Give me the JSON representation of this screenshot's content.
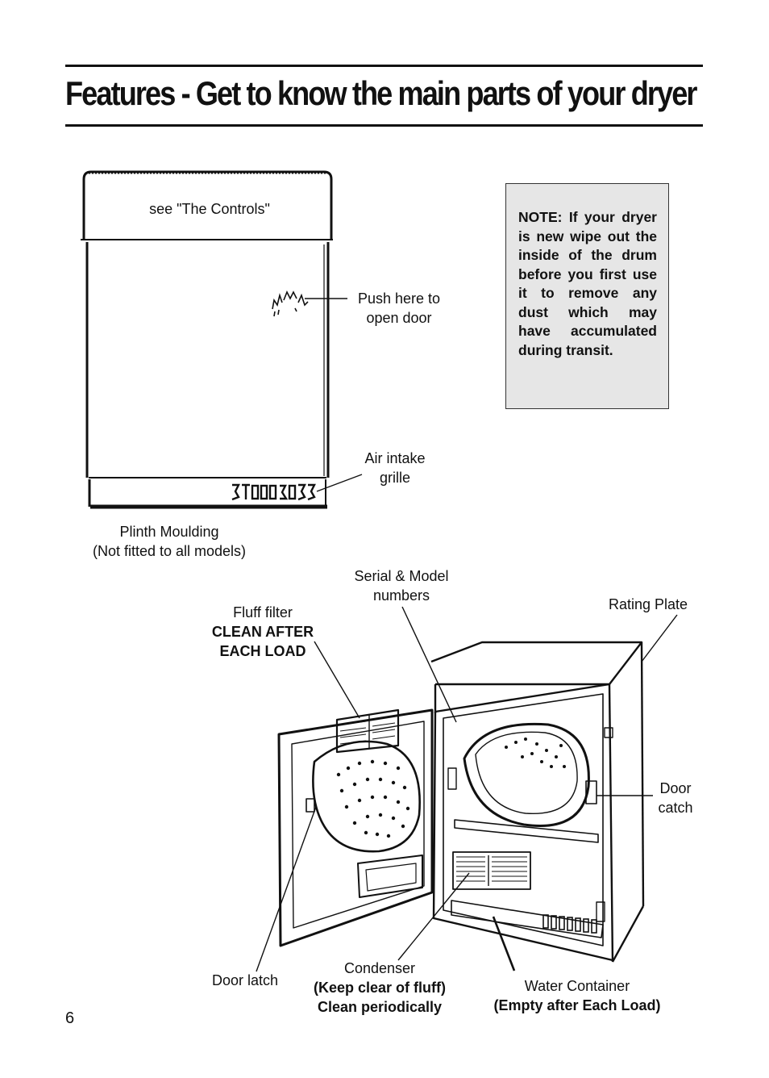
{
  "page": {
    "title": "Features - Get to know the main parts of your dryer",
    "page_number": "6"
  },
  "front_view": {
    "controls_label": "see \"The Controls\"",
    "push_door_label": [
      "Push here to",
      "open door"
    ],
    "air_intake_label": [
      "Air intake",
      "grille"
    ],
    "plinth_label": [
      "Plinth Moulding",
      "(Not fitted to all models)"
    ]
  },
  "note": {
    "text": "NOTE: If your dryer is new wipe out the inside of the drum before you first use it to remove any dust which may have accumulated during transit."
  },
  "open_view": {
    "serial_label": [
      "Serial & Model",
      "numbers"
    ],
    "fluff_filter_label": "Fluff filter",
    "fluff_filter_bold": [
      "CLEAN AFTER",
      "EACH LOAD"
    ],
    "rating_plate_label": "Rating Plate",
    "door_catch_label": [
      "Door",
      "catch"
    ],
    "door_latch_label": "Door latch",
    "condenser_label": "Condenser",
    "condenser_bold": [
      "(Keep clear of fluff)",
      "Clean periodically"
    ],
    "water_container_label": "Water Container",
    "water_container_bold": "(Empty after Each Load)"
  }
}
